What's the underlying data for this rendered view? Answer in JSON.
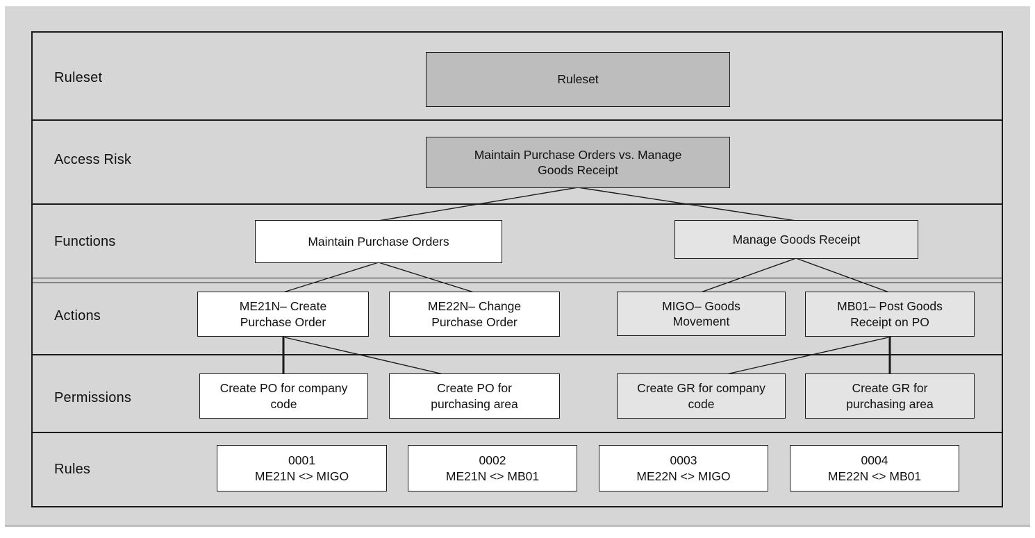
{
  "diagram": {
    "row_labels": [
      "Ruleset",
      "Access Risk",
      "Functions",
      "Actions",
      "Permissions",
      "Rules"
    ],
    "ruleset": {
      "label": "Ruleset"
    },
    "access_risk": {
      "label": "Maintain Purchase Orders vs. Manage\nGoods Receipt"
    },
    "functions": [
      {
        "label": "Maintain Purchase Orders"
      },
      {
        "label": "Manage Goods Receipt"
      }
    ],
    "actions": [
      {
        "label": "ME21N– Create\nPurchase Order"
      },
      {
        "label": "ME22N– Change\nPurchase Order"
      },
      {
        "label": "MIGO– Goods\nMovement"
      },
      {
        "label": "MB01– Post Goods\nReceipt on PO"
      }
    ],
    "permissions": [
      {
        "label": "Create PO for company\ncode"
      },
      {
        "label": "Create PO for\npurchasing area"
      },
      {
        "label": "Create GR for company\ncode"
      },
      {
        "label": "Create GR for\npurchasing area"
      }
    ],
    "rules": [
      {
        "id": "0001",
        "comparison": "ME21N <> MIGO"
      },
      {
        "id": "0002",
        "comparison": "ME21N <> MB01"
      },
      {
        "id": "0003",
        "comparison": "ME22N <> MIGO"
      },
      {
        "id": "0004",
        "comparison": "ME22N <> MB01"
      }
    ],
    "colors": {
      "background": "#d6d6d6",
      "dark_node": "#bdbdbd",
      "light_node": "#e4e4e4",
      "white_node": "#ffffff",
      "line": "#1a1a1a"
    }
  }
}
